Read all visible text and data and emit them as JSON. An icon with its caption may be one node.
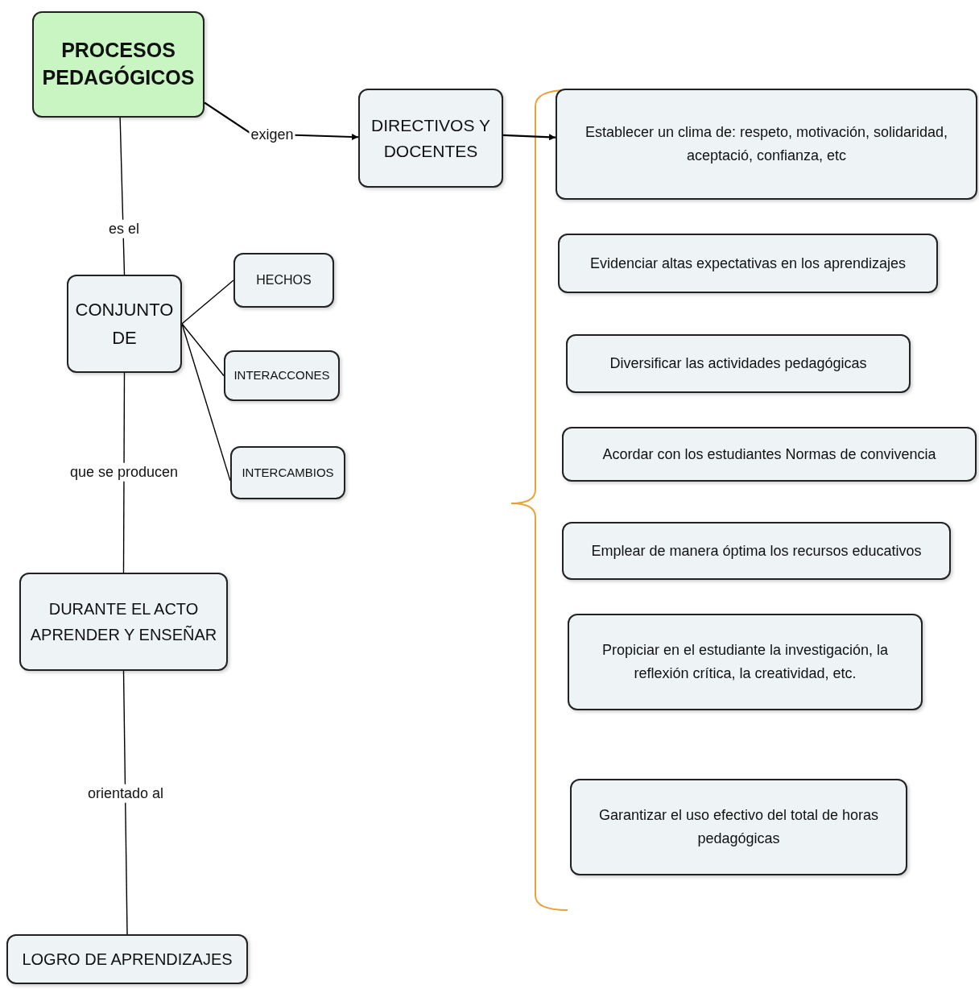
{
  "diagram": {
    "nodes": [
      {
        "text": [
          "PROCESOS PEDAGÓGICOS"
        ]
      },
      {
        "text": [
          "DIRECTIVOS Y DOCENTES"
        ]
      },
      {
        "text": [
          "Establecer un clima de: respeto, motivación, solidaridad, aceptació, confianza, etc"
        ]
      },
      {
        "text": [
          "Evidenciar altas expectativas  en los aprendizajes"
        ]
      },
      {
        "text": [
          "Diversificar las actividades pedagógicas"
        ]
      },
      {
        "text": [
          "Acordar con los estudiantes Normas de convivencia"
        ]
      },
      {
        "text": [
          "Emplear de manera óptima los recursos educativos"
        ]
      },
      {
        "text": [
          "Propiciar en el estudiante la investigación, la reflexión crítica, la creatividad, etc."
        ]
      },
      {
        "text": [
          "Garantizar el uso efectivo del total de horas pedagógicas"
        ]
      },
      {
        "text": [
          "CONJUNTO DE"
        ]
      },
      {
        "text": [
          "HECHOS"
        ]
      },
      {
        "text": [
          "INTERACCONES"
        ]
      },
      {
        "text": [
          "INTERCAMBIOS"
        ]
      },
      {
        "text": [
          "DURANTE EL ACTO APRENDER Y ENSEÑAR"
        ]
      },
      {
        "text": [
          "LOGRO DE APRENDIZAJES"
        ]
      }
    ],
    "edges": [
      {
        "from": 0,
        "to": 1,
        "arrow": "to",
        "label": "exigen"
      },
      {
        "from": 1,
        "to": 2,
        "arrow": "to"
      },
      {
        "from": 0,
        "to": 9,
        "arrow": "none",
        "label": "es el"
      },
      {
        "from": 9,
        "to": 10,
        "arrow": "none"
      },
      {
        "from": 9,
        "to": 11,
        "arrow": "none"
      },
      {
        "from": 9,
        "to": 12,
        "arrow": "none"
      },
      {
        "from": 9,
        "to": 13,
        "arrow": "none",
        "label": "que se producen"
      },
      {
        "from": 13,
        "to": 14,
        "arrow": "none",
        "label": "orientado al"
      }
    ]
  }
}
